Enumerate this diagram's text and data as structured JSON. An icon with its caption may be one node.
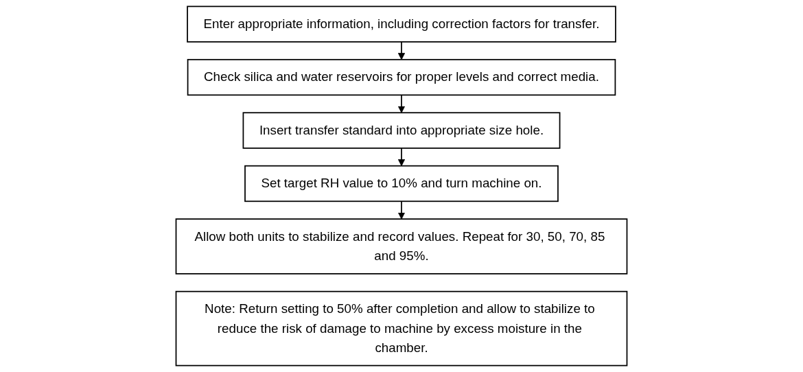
{
  "diagram": {
    "nodes": [
      {
        "text": [
          "Enter appropriate information, including correction factors for transfer."
        ]
      },
      {
        "text": [
          "Check silica and water reservoirs for proper levels and correct media."
        ]
      },
      {
        "text": [
          "Insert transfer standard into appropriate size hole."
        ]
      },
      {
        "text": [
          "Set target RH value to 10% and turn machine on."
        ]
      },
      {
        "text": [
          "Allow both units to stabilize and record values. Repeat for 30, 50, 70, 85 and 95%."
        ]
      },
      {
        "text": [
          "Note: Return setting to 50% after completion and allow to stabilize to reduce the risk of damage to machine by excess moisture in the chamber."
        ]
      }
    ],
    "edges": [
      {
        "from": 0,
        "to": 1,
        "arrow": "to"
      },
      {
        "from": 1,
        "to": 2,
        "arrow": "to"
      },
      {
        "from": 2,
        "to": 3,
        "arrow": "to"
      },
      {
        "from": 3,
        "to": 4,
        "arrow": "to"
      }
    ]
  }
}
